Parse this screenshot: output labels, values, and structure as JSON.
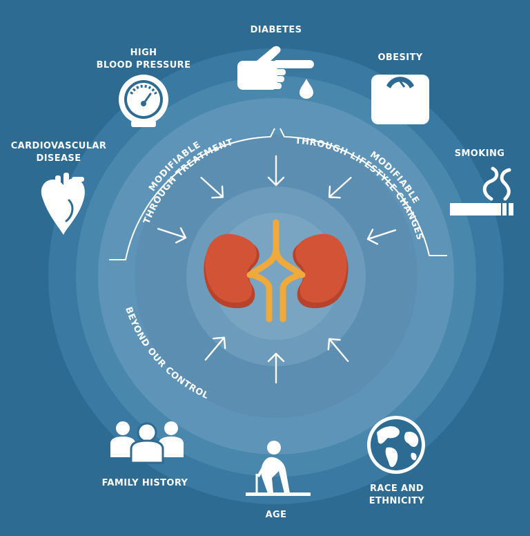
{
  "colors": {
    "background": "#2e6b93",
    "kidney": "#d35336",
    "kidney_shadow": "#b8432b",
    "ureter": "#f0a93b",
    "icon": "#ffffff"
  },
  "factors": {
    "diabetes": {
      "line1": "DIABETES",
      "icon": "hand-drop-icon"
    },
    "obesity": {
      "line1": "OBESITY",
      "icon": "scale-icon"
    },
    "high_bp": {
      "line1": "HIGH",
      "line2": "BLOOD PRESSURE",
      "icon": "gauge-icon"
    },
    "cardio": {
      "line1": "CARDIOVASCULAR",
      "line2": "DISEASE",
      "icon": "heart-icon"
    },
    "smoking": {
      "line1": "SMOKING",
      "icon": "cigarette-icon"
    },
    "family": {
      "line1": "FAMILY HISTORY",
      "icon": "people-icon"
    },
    "age": {
      "line1": "AGE",
      "icon": "elderly-person-icon"
    },
    "race": {
      "line1": "RACE AND",
      "line2": "ETHNICITY",
      "icon": "globe-icon"
    }
  },
  "groups": {
    "treatment": {
      "line1": "MODIFIABLE",
      "line2": "THROUGH TREATMENT"
    },
    "lifestyle": {
      "line1": "MODIFIABLE",
      "line2": "THROUGH LIFESTYLE CHANGES"
    },
    "beyond": {
      "line1": "BEYOND OUR CONTROL"
    }
  },
  "center": {
    "icon": "kidneys-icon"
  }
}
